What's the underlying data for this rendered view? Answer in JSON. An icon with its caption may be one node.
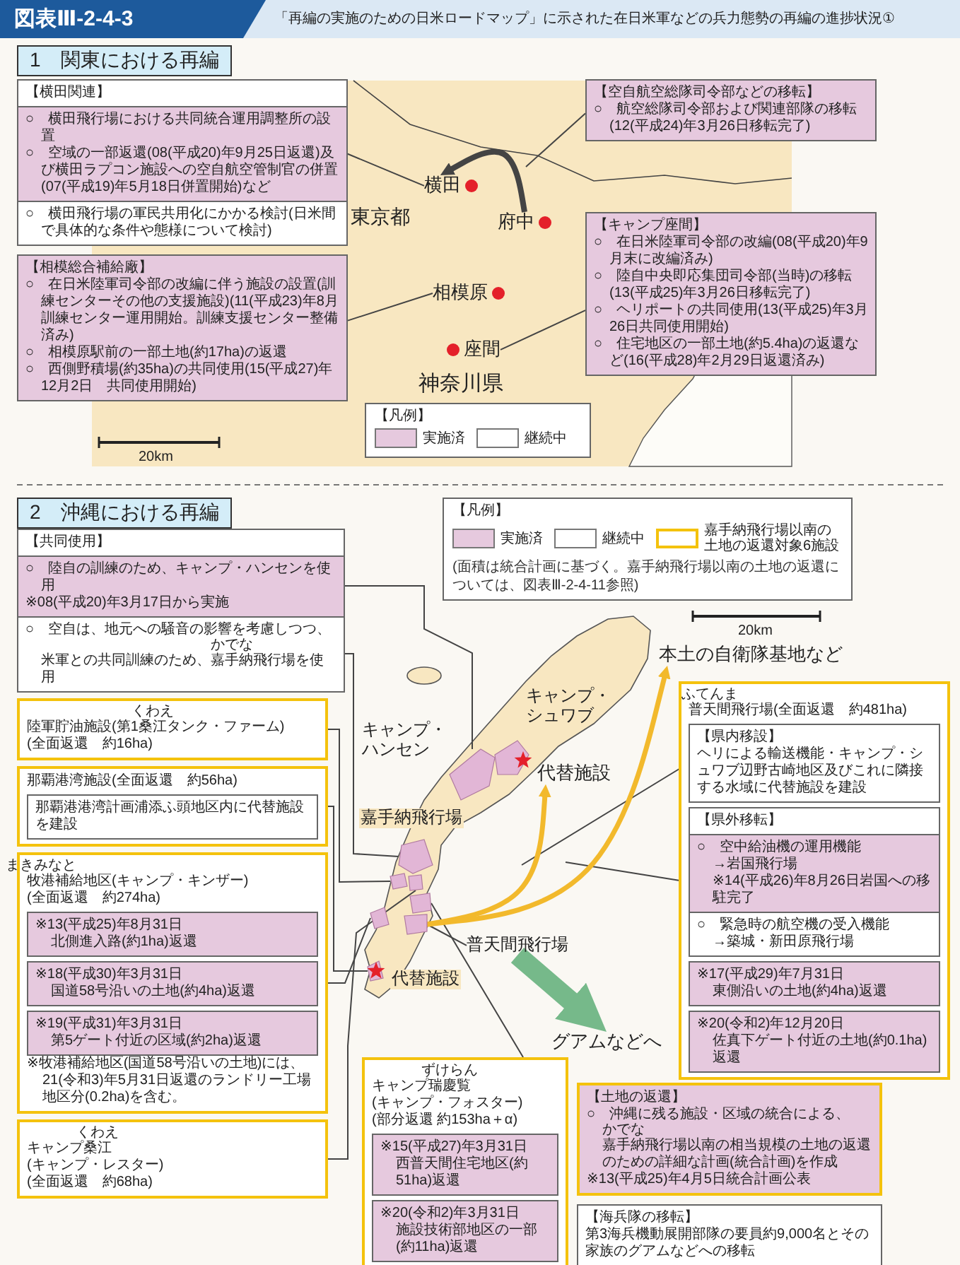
{
  "diagram": {
    "title": "「再編の実施のための日米ロードマップ」に示された在日米軍などの兵力態勢の再編の進捗状況①",
    "nodes": [
      {
        "text": [
          "1　関東における再編"
        ]
      },
      {
        "text": [
          "【横田関連】"
        ]
      },
      {
        "text": [
          "○　横田飛行場における共同統合運用調整所の設置",
          "○　空域の一部返還(08(平成20)年9月25日返還)及び横田ラプコン施設への空自航空管制官の併置(07(平成19)年5月18日併置開始)など"
        ],
        "in": 1
      },
      {
        "text": [
          "○　横田飛行場の軍民共用化にかかる検討(日米間で具体的な条件や態様について検討)"
        ],
        "in": 1
      },
      {
        "text": [
          "【空自航空総隊司令部などの移転】",
          "○　航空総隊司令部および関連部隊の移転(12(平成24)年3月26日移転完了)"
        ]
      },
      {
        "text": [
          "横田"
        ]
      },
      {
        "text": [
          "府中"
        ]
      },
      {
        "text": [
          "【相模総合補給廠】",
          "○　在日米陸軍司令部の改編に伴う施設の設置(訓練センターその他の支援施設)(11(平成23)年8月訓練センター運用開始。訓練支援センター整備済み)",
          "○　相模原駅前の一部土地(約17ha)の返還",
          "○　西側野積場(約35ha)の共同使用(15(平成27)年12月2日　共同使用開始)"
        ]
      },
      {
        "text": [
          "【キャンプ座間】",
          "○　在日米陸軍司令部の改編(08(平成20)年9月末に改編済み)",
          "○　陸自中央即応集団司令部(当時)の移転(13(平成25)年3月26日移転完了)",
          "○　ヘリポートの共同使用(13(平成25)年3月26日共同使用開始)",
          "○　住宅地区の一部土地(約5.4ha)の返還など(16(平成28)年2月29日返還済み)"
        ]
      },
      {
        "text": [
          "相模原"
        ]
      },
      {
        "text": [
          "座間"
        ]
      },
      {
        "text": [
          "2　沖縄における再編"
        ]
      },
      {
        "text": [
          "【共同使用】"
        ]
      },
      {
        "text": [
          "○　陸自の訓練のため、キャンプ・ハンセンを使用",
          "※08(平成20)年3月17日から実施"
        ],
        "in": 12
      },
      {
        "text": [
          "○　空自は、地元への騒音の影響を考慮しつつ、米軍との共同訓練のため、嘉手納飛行場を使用"
        ],
        "in": 12
      },
      {
        "text": [
          "【土地の返還】",
          "○　沖縄に残る施設・区域の統合による、嘉手納飛行場以南の相当規模の土地の返還のための詳細な計画(統合計画)を作成",
          "※13(平成25)年4月5日統合計画公表"
        ]
      },
      {
        "text": [
          "本土の自衛隊基地など"
        ]
      },
      {
        "text": [
          "普天間飛行場(全面返還　約481ha)"
        ]
      },
      {
        "text": [
          "【県内移設】",
          "ヘリによる輸送機能・キャンプ・シュワブ辺野古崎地区及びこれに隣接する水域に代替施設を建設"
        ],
        "in": 17
      },
      {
        "text": [
          "【県外移転】"
        ],
        "in": 17
      },
      {
        "text": [
          "○　空中給油機の運用機能",
          "→岩国飛行場",
          "※14(平成26)年8月26日岩国への移駐完了"
        ],
        "in": 19
      },
      {
        "text": [
          "○　緊急時の航空機の受入機能",
          "→築城・新田原飛行場"
        ],
        "in": 19
      },
      {
        "text": [
          "※17(平成29)年7月31日",
          "東側沿いの土地(約4ha)返還"
        ],
        "in": 17
      },
      {
        "text": [
          "※20(令和2)年12月20日",
          "佐真下ゲート付近の土地(約0.1ha)返還"
        ],
        "in": 17
      },
      {
        "text": [
          "キャンプ・シュワブ"
        ]
      },
      {
        "text": [
          "キャンプ・ハンセン"
        ]
      },
      {
        "text": [
          "代替施設"
        ]
      },
      {
        "text": [
          "陸軍貯油施設(第1桑江タンク・ファーム)",
          "(全面返還　約16ha)"
        ]
      },
      {
        "text": [
          "嘉手納飛行場"
        ]
      },
      {
        "text": [
          "那覇港湾施設(全面返還　約56ha)"
        ]
      },
      {
        "text": [
          "那覇港港湾計画浦添ふ頭地区内に代替施設を建設"
        ],
        "in": 29
      },
      {
        "text": [
          "代替施設"
        ]
      },
      {
        "text": [
          "牧港補給地区(キャンプ・キンザー)",
          "(全面返還　約274ha)",
          "※牧港補給地区(国道58号沿いの土地)には、21(令和3)年5月31日返還のランドリー工場地区分(0.2ha)を含む。"
        ]
      },
      {
        "text": [
          "※13(平成25)年8月31日",
          "北側進入路(約1ha)返還"
        ],
        "in": 32
      },
      {
        "text": [
          "※18(平成30)年3月31日",
          "国道58号沿いの土地(約4ha)返還"
        ],
        "in": 32
      },
      {
        "text": [
          "※19(平成31)年3月31日",
          "第5ゲート付近の区域(約2ha)返還"
        ],
        "in": 32
      },
      {
        "text": [
          "普天間飛行場"
        ]
      },
      {
        "text": [
          "グアムなどへ"
        ]
      },
      {
        "text": [
          "キャンプ瑞慶覧",
          "(キャンプ・フォスター)",
          "(部分返還 約153ha＋α)"
        ]
      },
      {
        "text": [
          "※15(平成27)年3月31日",
          "西普天間住宅地区(約51ha)返還"
        ],
        "in": 38
      },
      {
        "text": [
          "※20(令和2)年3月31日",
          "施設技術部地区の一部(約11ha)返還"
        ],
        "in": 38
      },
      {
        "text": [
          "【海兵隊の移転】",
          "第3海兵機動展開部隊の要員約9,000名とその家族のグアムなどへの移転"
        ]
      },
      {
        "text": [
          "キャンプ桑江",
          "(キャンプ・レスター)",
          "(全面返還　約68ha)"
        ]
      },
      {
        "text": [],
        "shape": "area"
      },
      {
        "text": [],
        "shape": "area"
      },
      {
        "text": [],
        "shape": "area"
      },
      {
        "text": [],
        "shape": "area"
      },
      {
        "text": [],
        "shape": "area"
      },
      {
        "text": [],
        "shape": "area"
      },
      {
        "text": [],
        "shape": "area"
      },
      {
        "text": [],
        "shape": "area"
      }
    ],
    "edges": [
      {
        "from": 6,
        "to": 5,
        "arrow": "to",
        "style": "thick"
      },
      {
        "from": 2,
        "to": 5,
        "arrow": "none"
      },
      {
        "from": 4,
        "to": null,
        "arrow": "none"
      },
      {
        "from": 7,
        "to": 9,
        "arrow": "none"
      },
      {
        "from": 8,
        "to": 10,
        "arrow": "none"
      },
      {
        "from": 13,
        "to": 43,
        "arrow": "none"
      },
      {
        "from": 14,
        "to": 44,
        "arrow": "none"
      },
      {
        "from": 27,
        "to": 45,
        "arrow": "none"
      },
      {
        "from": 29,
        "to": 50,
        "arrow": "none"
      },
      {
        "from": 32,
        "to": 49,
        "arrow": "none"
      },
      {
        "from": 42,
        "to": 46,
        "arrow": "none"
      },
      {
        "from": 38,
        "to": 47,
        "arrow": "none"
      },
      {
        "from": 36,
        "to": 48,
        "arrow": "none"
      },
      {
        "from": 18,
        "to": null,
        "arrow": "none"
      },
      {
        "from": 19,
        "to": null,
        "arrow": "none"
      },
      {
        "from": 48,
        "to": 26,
        "arrow": "to",
        "style": "thick",
        "color": "#f2b92c"
      },
      {
        "from": 48,
        "to": 16,
        "arrow": "to",
        "style": "thick",
        "color": "#f2b92c"
      },
      {
        "from": 36,
        "to": 37,
        "arrow": "to",
        "style": "thick",
        "color": "#76b98a"
      }
    ],
    "labels": [
      "図表Ⅲ-2-4-3",
      "東京都",
      "神奈川県",
      "【凡例】",
      "20km",
      "【凡例】",
      "(面積は統合計画に基づく。嘉手納飛行場以南の土地の返還については、図表Ⅲ-2-4-11参照)",
      "かでな",
      "かでな",
      "20km",
      "ふてんま",
      "くわえ",
      "まきみなと",
      "ずけらん",
      "くわえ"
    ],
    "legend": [
      {
        "text": "実施済",
        "color": "#e6c9de"
      },
      {
        "text": "継続中",
        "color": "#ffffff"
      },
      {
        "text": "実施済",
        "color": "#e6c9de"
      },
      {
        "text": "継続中",
        "color": "#ffffff"
      },
      {
        "text": "嘉手納飛行場以南の土地の返還対象6施設"
      }
    ]
  }
}
